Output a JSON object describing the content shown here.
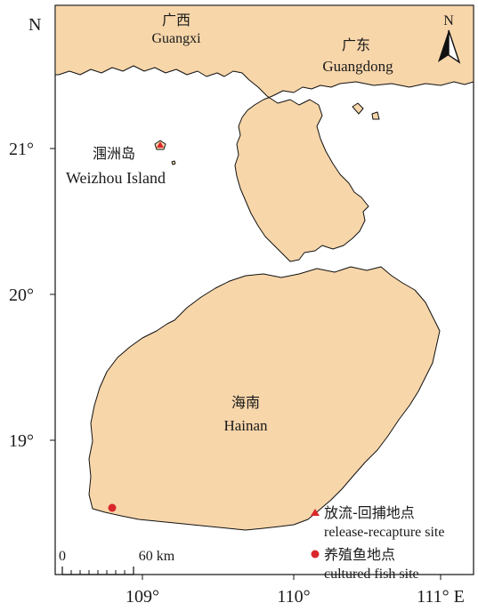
{
  "map": {
    "colors": {
      "land": "#f7d6aa",
      "water": "#ffffff",
      "coast": "#111111",
      "marker": "#d9262b"
    },
    "regions": {
      "guangxi": {
        "cn": "广西",
        "en": "Guangxi"
      },
      "guangdong": {
        "cn": "广东",
        "en": "Guangdong"
      },
      "weizhou": {
        "cn": "涠洲岛",
        "en": "Weizhou Island"
      },
      "hainan": {
        "cn": "海南",
        "en": "Hainan"
      }
    },
    "axes": {
      "lat_top": "N",
      "lat_ticks": [
        "21°",
        "20°",
        "19°"
      ],
      "lon_ticks": [
        "109°",
        "110°",
        "111° E"
      ]
    },
    "north_arrow": {
      "label": "N",
      "icon": "north-arrow-icon"
    },
    "scale_bar": {
      "start": "0",
      "end": "60 km"
    },
    "legend": {
      "release": {
        "icon": "triangle-marker-icon",
        "cn": "放流-回捕地点",
        "en": "release-recapture site"
      },
      "cultured": {
        "icon": "circle-marker-icon",
        "cn": "养殖鱼地点",
        "en": "cultured fish site"
      }
    }
  }
}
